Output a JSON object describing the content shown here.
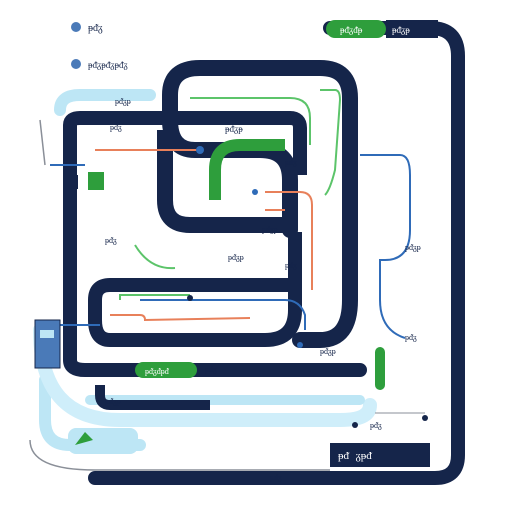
{
  "colors": {
    "navy": "#15254a",
    "light_blue": "#bde6f5",
    "green": "#2e9e3c",
    "mid_blue": "#2f6bb8",
    "orange": "#e8805a",
    "light_green": "#5cc46a",
    "gray": "#8a8f98",
    "legend_blue": "#4a7ab8"
  },
  "legend": {
    "item1_text": "ᵽᵭᵹ",
    "item2_text": "ᵽᵭᵹᵽᵭᵹᵽᵭᵹ"
  },
  "badges": {
    "top_right_green": "ᵽᵭᵹᵭᵽ",
    "top_right_navy": "ᵽᵭᵹᵽ",
    "bottom_green": "ᵽᵭᵹᵭᵽᵭ",
    "bottom_right_navy": "ᵽᵭ ᵹᵽᵭ"
  },
  "labels": {
    "l1": "ᵽᵭᵹᵽ",
    "l2": "ᵽᵭᵹ",
    "l3": "ᵽᵭᵹᵽ",
    "l4": "ᵽᵭᵹ",
    "l5": "ᵽᵭᵹᵽ",
    "l6": "ᵽᵭᵹᵽ",
    "l7": "ᵽᵭᵹ",
    "l8": "ᵽᵭᵹ",
    "l9": "ᵽᵭᵹᵽ",
    "l10": "ᵽᵭᵹ",
    "l11": "ᵽᵭᵹᵽ",
    "l12": "ᵽᵭᵹ",
    "l13": "ᵽᵭᵹᵽ",
    "l14": "ᵽᵭᵹ",
    "l15": "ᵽᵭᵹ"
  },
  "icons": {
    "left_box": "device-icon",
    "bottom_left": "leaf-icon",
    "small_green": "node-icon",
    "arrow": "arrow-icon"
  }
}
